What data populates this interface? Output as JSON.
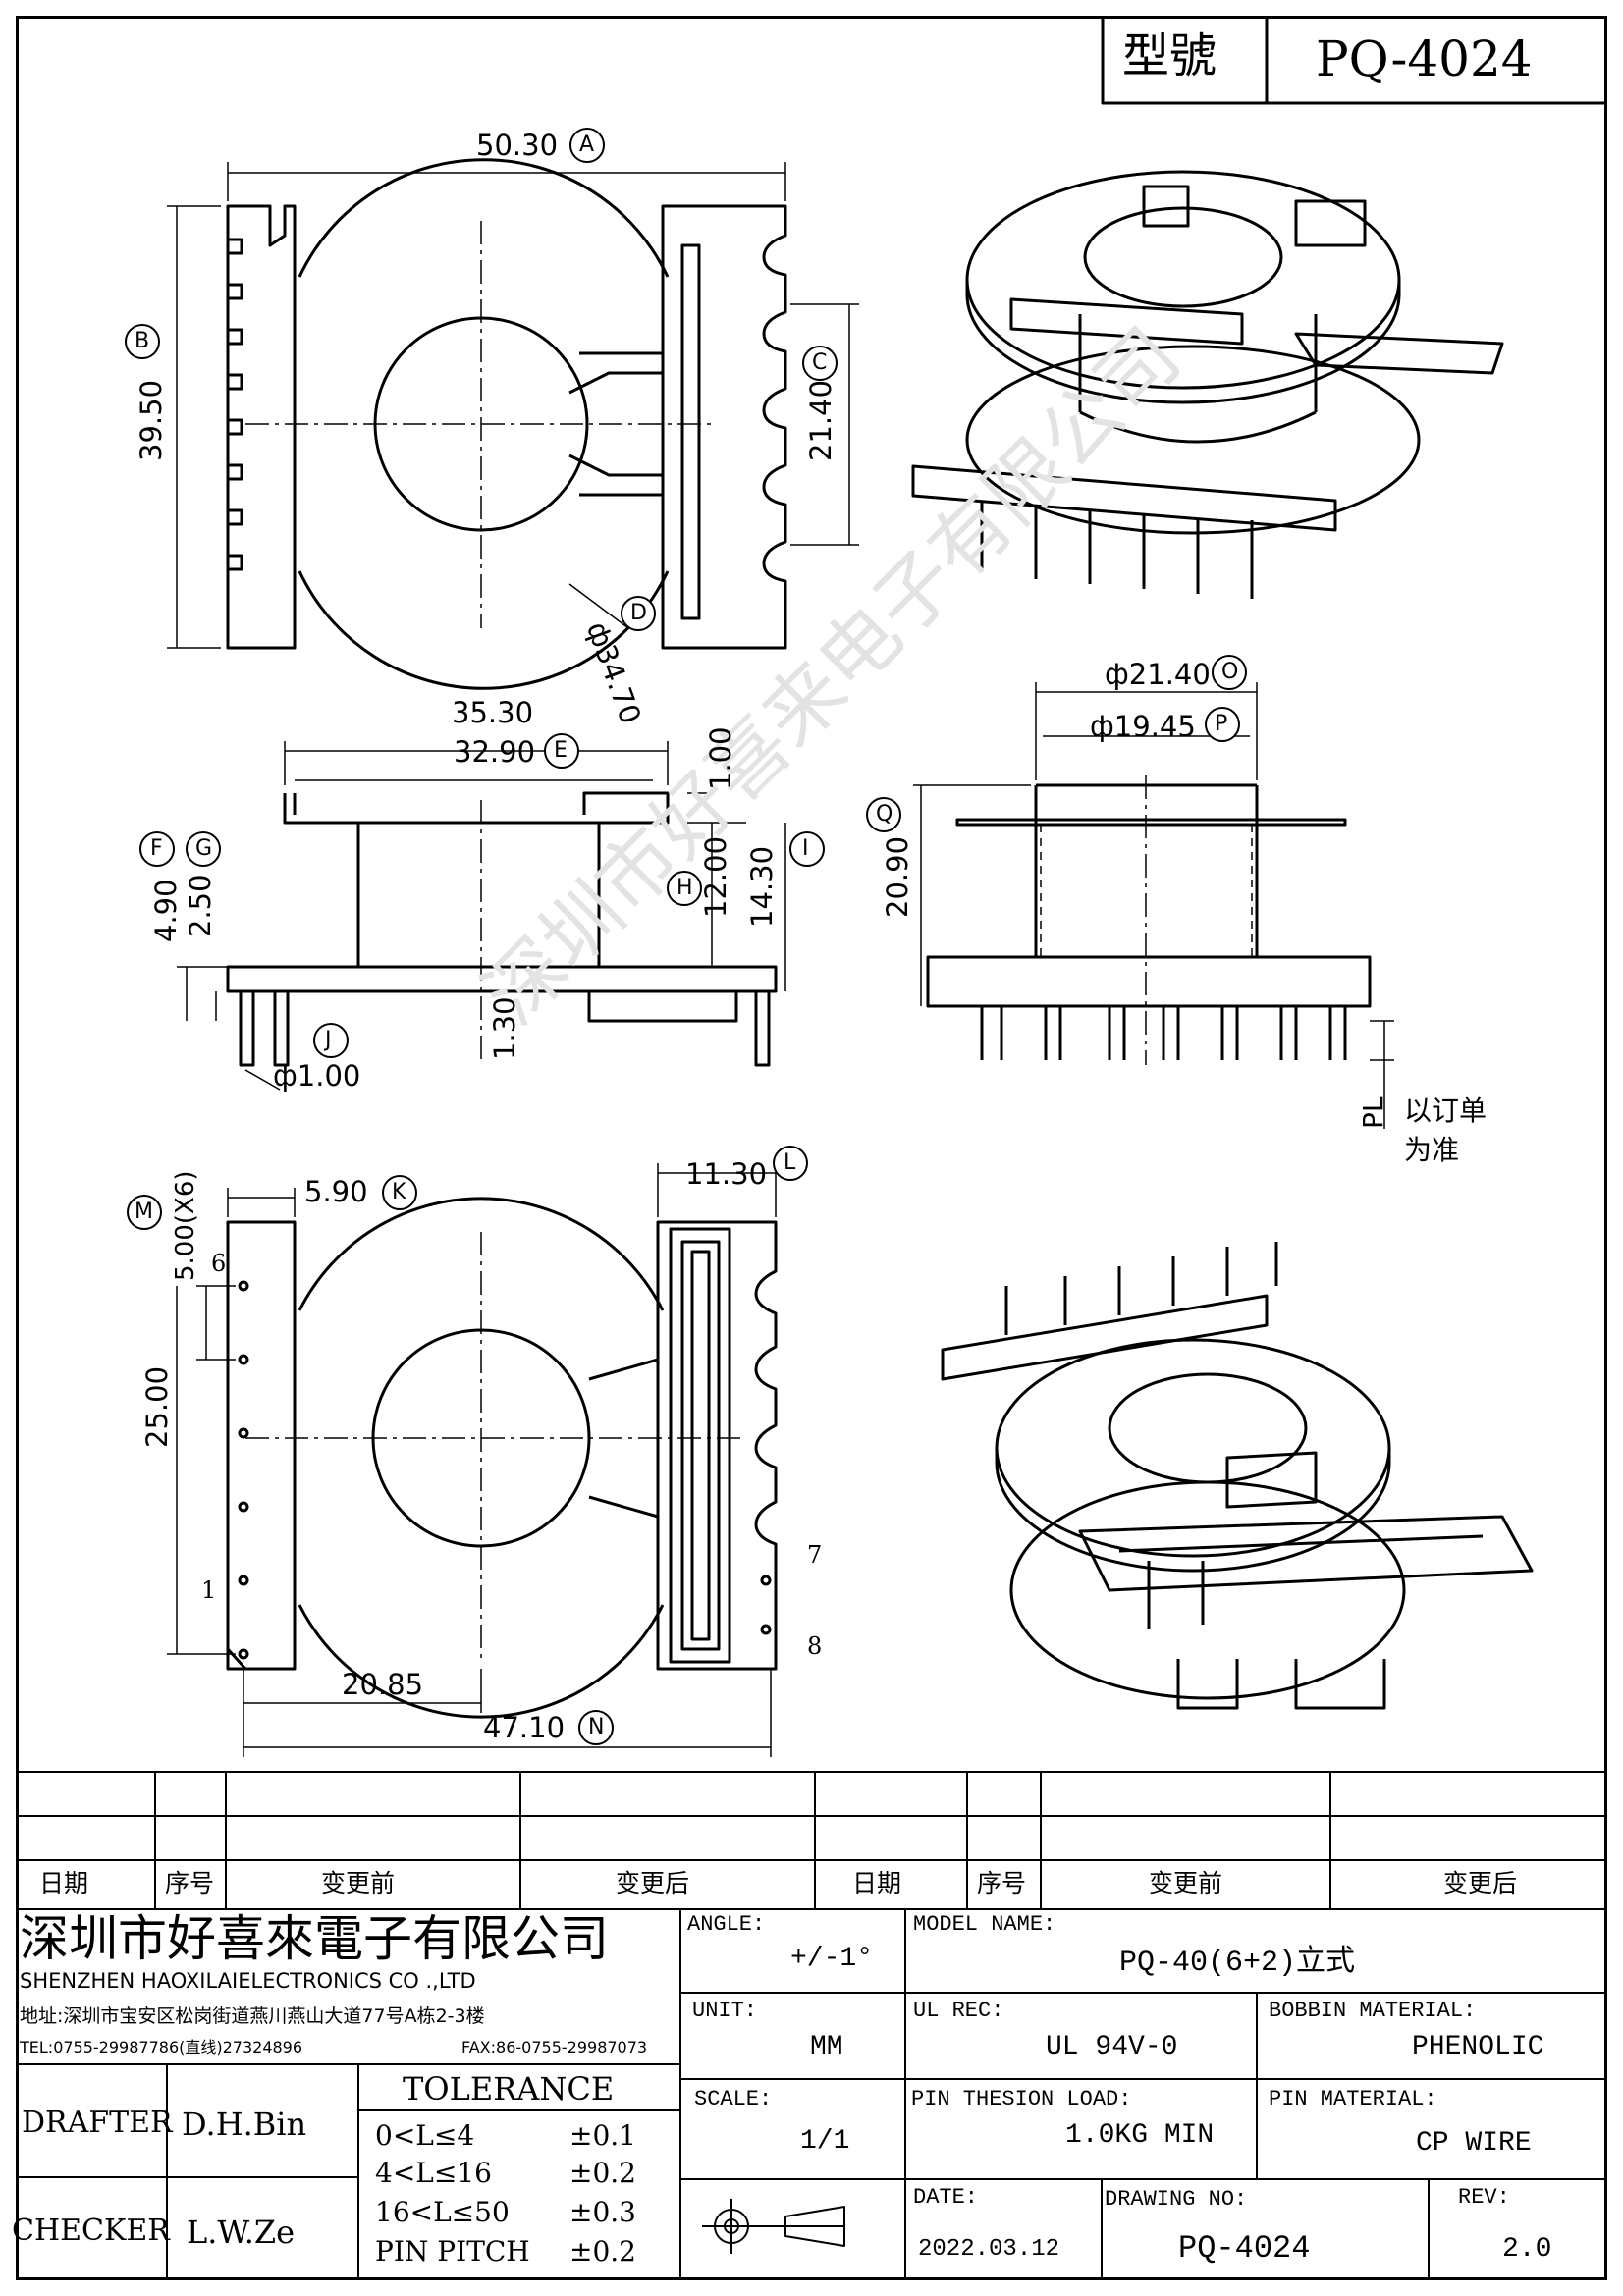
{
  "header": {
    "model_label": "型號",
    "model_value": "PQ-4024"
  },
  "dims": {
    "A": "50.30",
    "B": "39.50",
    "C": "21.40",
    "D": "ф34.70",
    "E_outer": "35.30",
    "E": "32.90",
    "top_gap": "1.00",
    "F": "4.90",
    "G": "2.50",
    "H": "12.00",
    "I": "14.30",
    "bot": "1.30",
    "J": "ф1.00",
    "O": "ф21.40",
    "P": "ф19.45",
    "Q": "20.90",
    "PL": "PL",
    "PL_note1": "以订单",
    "PL_note2": "为准",
    "M": "5.00(X6)",
    "K": "5.90",
    "L": "11.30",
    "pitch_total": "25.00",
    "x2085": "20.85",
    "N": "47.10",
    "pin6": "6",
    "pin1": "1",
    "pin7": "7",
    "pin8": "8"
  },
  "circle_letters": [
    "A",
    "B",
    "C",
    "D",
    "E",
    "F",
    "G",
    "H",
    "I",
    "J",
    "O",
    "P",
    "Q",
    "M",
    "K",
    "L",
    "N"
  ],
  "watermark": "深圳市好喜来电子有限公司",
  "rev_table": {
    "headers": [
      "日期",
      "序号",
      "变更前",
      "变更后",
      "日期",
      "序号",
      "变更前",
      "变更后"
    ]
  },
  "company": {
    "name_cn": "深圳市好喜來電子有限公司",
    "name_en": "SHENZHEN  HAOXILAIELECTRONICS  CO .,LTD",
    "address": "地址:深圳市宝安区松岗街道燕川燕山大道77号A栋2-3楼",
    "tel": "TEL:0755-29987786(直线)27324896",
    "fax": "FAX:86-0755-29987073"
  },
  "title_block": {
    "angle_label": "ANGLE:",
    "angle_value": "+/-1°",
    "model_name_label": "MODEL NAME:",
    "model_name_value": "PQ-40(6+2)立式",
    "unit_label": "UNIT:",
    "unit_value": "MM",
    "ul_label": "UL REC:",
    "ul_value": "UL 94V-0",
    "bobbin_label": "BOBBIN MATERIAL:",
    "bobbin_value": "PHENOLIC",
    "scale_label": "SCALE:",
    "scale_value": "1/1",
    "pin_load_label": "PIN THESION LOAD:",
    "pin_load_value": "1.0KG MIN",
    "pin_mat_label": "PIN MATERIAL:",
    "pin_mat_value": "CP   WIRE",
    "date_label": "DATE:",
    "date_value": "2022.03.12",
    "drawing_no_label": "DRAWING NO:",
    "drawing_no_value": "PQ-4024",
    "rev_label": "REV:",
    "rev_value": "2.0",
    "drafter_label": "DRAFTER",
    "drafter_value": "D.H.Bin",
    "checker_label": "CHECKER",
    "checker_value": "L.W.Ze",
    "tolerance_title": "TOLERANCE",
    "tolerances": [
      {
        "range": "0<L≤4",
        "value": "±0.1"
      },
      {
        "range": "4<L≤16",
        "value": "±0.2"
      },
      {
        "range": "16<L≤50",
        "value": "±0.3"
      },
      {
        "range": "PIN PITCH",
        "value": "±0.2"
      }
    ]
  }
}
